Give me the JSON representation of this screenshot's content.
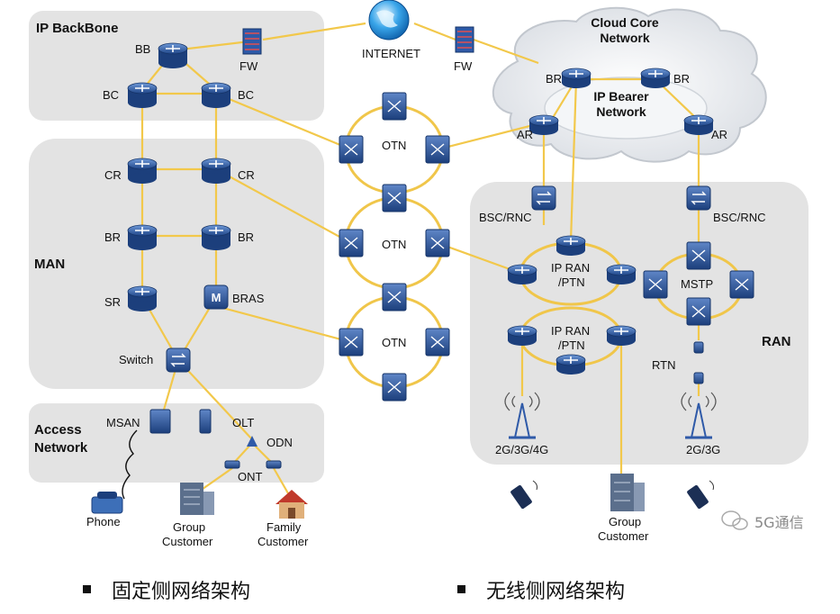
{
  "zones": {
    "ip_backbone": "IP BackBone",
    "man": "MAN",
    "access_line1": "Access",
    "access_line2": "Network",
    "ran": "RAN",
    "cloud_line1": "Cloud Core",
    "cloud_line2": "Network",
    "bearer_line1": "IP Bearer",
    "bearer_line2": "Network"
  },
  "labels": {
    "bb": "BB",
    "fw1": "FW",
    "bc1": "BC",
    "bc2": "BC",
    "internet": "INTERNET",
    "fw2": "FW",
    "br_cloud1": "BR",
    "br_cloud2": "BR",
    "ar1": "AR",
    "ar2": "AR",
    "cr1": "CR",
    "cr2": "CR",
    "br1": "BR",
    "br2": "BR",
    "sr": "SR",
    "bras": "BRAS",
    "switch": "Switch",
    "otn1": "OTN",
    "otn2": "OTN",
    "otn3": "OTN",
    "bsc_rnc1": "BSC/RNC",
    "bsc_rnc2": "BSC/RNC",
    "ipran1_line1": "IP RAN",
    "ipran1_line2": "/PTN",
    "ipran2_line1": "IP RAN",
    "ipran2_line2": "/PTN",
    "mstp": "MSTP",
    "rtn": "RTN",
    "tower1": "2G/3G/4G",
    "tower2": "2G/3G",
    "msan": "MSAN",
    "olt": "OLT",
    "odn": "ODN",
    "ont": "ONT",
    "phone": "Phone",
    "group1_line1": "Group",
    "group1_line2": "Customer",
    "family_line1": "Family",
    "family_line2": "Customer",
    "group2_line1": "Group",
    "group2_line2": "Customer",
    "watermark": "5G通信"
  },
  "footer": {
    "left": "固定侧网络架构",
    "right": "无线侧网络架构"
  },
  "colors": {
    "zone_fill": "#e3e3e3",
    "link": "#f2c84b",
    "router": "#2f5aa8"
  }
}
